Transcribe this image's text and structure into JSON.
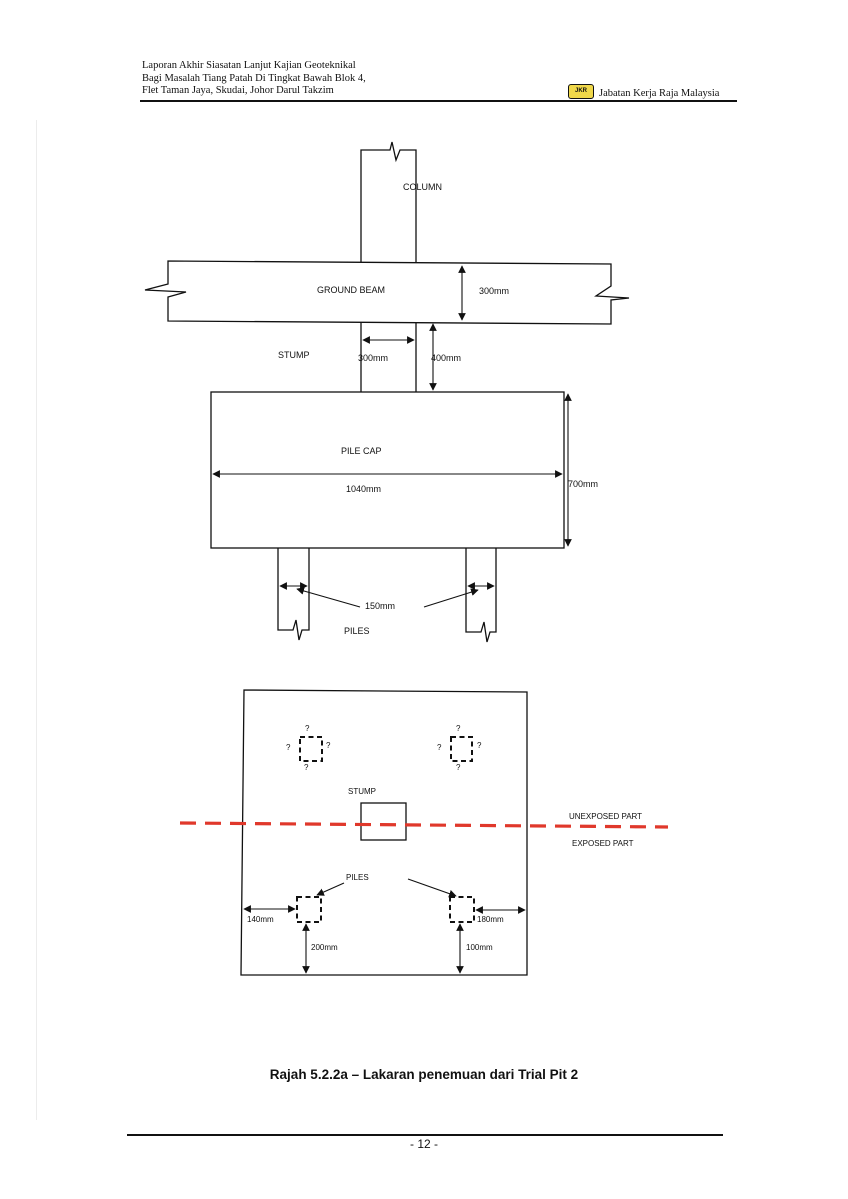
{
  "header": {
    "line1": "Laporan Akhir Siasatan Lanjut Kajian Geoteknikal",
    "line2": "Bagi Masalah Tiang Patah  Di Tingkat Bawah Blok 4,",
    "line3": "Flet Taman Jaya,  Skudai, Johor Darul Takzim",
    "logo_text": "JKR",
    "organization": "Jabatan Kerja Raja Malaysia"
  },
  "elevation": {
    "column": "COLUMN",
    "ground_beam": "GROUND BEAM",
    "beam_depth": "300mm",
    "stump": "STUMP",
    "stump_width": "300mm",
    "stump_height": "400mm",
    "pile_cap": "PILE CAP",
    "cap_width": "1040mm",
    "cap_depth": "700mm",
    "pile_size": "150mm",
    "piles": "PILES"
  },
  "plan": {
    "unknown_mark": "?",
    "stump": "STUMP",
    "unexposed": "UNEXPOSED PART",
    "exposed": "EXPOSED PART",
    "piles": "PILES",
    "left_edge": "140mm",
    "right_edge": "180mm",
    "left_bottom": "200mm",
    "right_bottom": "100mm",
    "cut_line_color": "#e0382b"
  },
  "caption": "Rajah 5.2.2a – Lakaran penemuan dari Trial Pit 2",
  "page_number": "- 12 -"
}
